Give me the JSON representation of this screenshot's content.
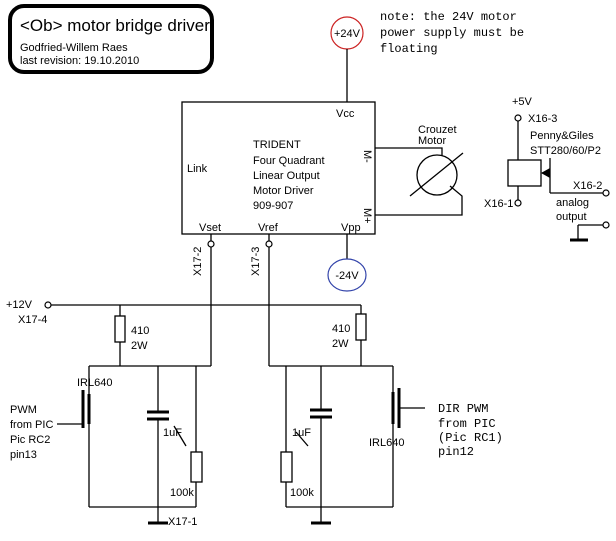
{
  "title_box": {
    "title": "<Ob> motor bridge driver",
    "author": "Godfried-Willem Raes",
    "revision": "last revision: 19.10.2010"
  },
  "note": {
    "line1": "note: the 24V motor",
    "line2": "power supply must be",
    "line3": "floating"
  },
  "supply": {
    "pos24": "+24V",
    "neg24": "-24V",
    "pos12": "+12V",
    "pos12_connector": "X17-4",
    "pos5": "+5V"
  },
  "driver": {
    "vcc": "Vcc",
    "link": "Link",
    "vset": "Vset",
    "vref": "Vref",
    "vpp": "Vpp",
    "m_minus": "M-",
    "m_plus": "M+",
    "name1": "TRIDENT",
    "name2": "Four Quadrant",
    "name3": "Linear Output",
    "name4": "Motor Driver",
    "name5": "909-907"
  },
  "motor": {
    "label1": "Crouzet",
    "label2": "Motor"
  },
  "connectors": {
    "vset": "X17-2",
    "vref": "X17-3",
    "ground": "X17-1"
  },
  "pot": {
    "x16_3": "X16-3",
    "maker": "Penny&Giles",
    "model": "STT280/60/P2",
    "x16_2": "X16-2",
    "x16_1": "X16-1",
    "out1": "analog",
    "out2": "output"
  },
  "left_stage": {
    "resistor": "410",
    "power": "2W",
    "mosfet": "IRL640",
    "in1": "PWM",
    "in2": "from PIC",
    "in3": "Pic RC2",
    "in4": "pin13",
    "cap": "1uF",
    "res2": "100k"
  },
  "right_stage": {
    "resistor": "410",
    "power": "2W",
    "mosfet": "IRL640",
    "in1": "DIR PWM",
    "in2": "from PIC",
    "in3": "(Pic RC1)",
    "in4": "pin12",
    "cap": "1uF",
    "res2": "100k"
  },
  "colors": {
    "pos_supply_circle": "#cc2222",
    "neg_supply_circle": "#3344aa"
  }
}
